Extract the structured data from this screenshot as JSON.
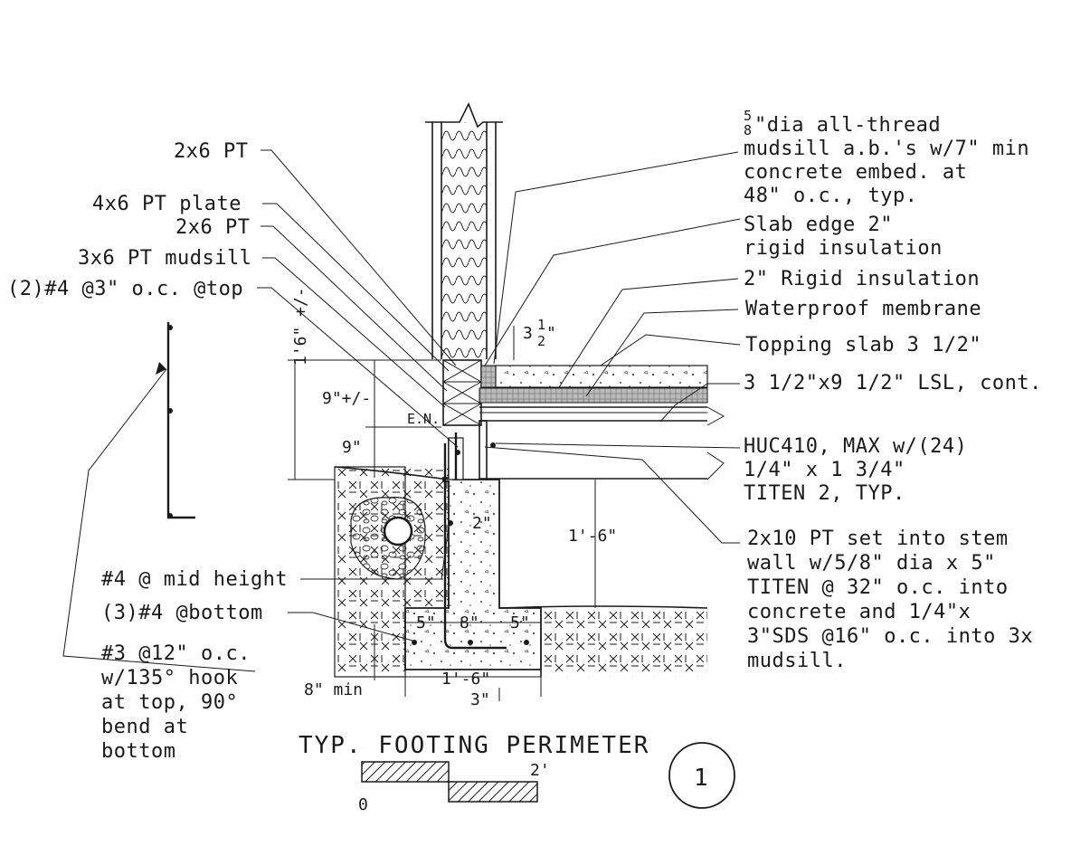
{
  "title": "TYP. FOOTING PERIMETER",
  "detail_number": "1",
  "scale_bar": {
    "start": "0",
    "end": "2'"
  },
  "left_labels": {
    "l1": "2x6 PT",
    "l2": "4x6 PT plate",
    "l3": "2x6 PT",
    "l4": "3x6 PT mudsill",
    "l5": "(2)#4 @3\" o.c. @top",
    "l6": "#4 @ mid height",
    "l7": "(3)#4 @bottom",
    "l8_1": "#3 @12\" o.c.",
    "l8_2": "w/135° hook",
    "l8_3": "at top, 90°",
    "l8_4": "bend at",
    "l8_5": "bottom"
  },
  "right_labels": {
    "r1_1": "\"dia all-thread",
    "r1_frac_top": "5",
    "r1_frac_bot": "8",
    "r1_2": "mudsill a.b.'s w/7\" min",
    "r1_3": "concrete embed. at",
    "r1_4": "48\" o.c., typ.",
    "r2_1": "Slab edge 2\"",
    "r2_2": "rigid insulation",
    "r3": "2\" Rigid insulation",
    "r4": "Waterproof membrane",
    "r5": "Topping slab 3 1/2\"",
    "r6": "3 1/2\"x9 1/2\" LSL, cont.",
    "r7_1": "HUC410, MAX w/(24)",
    "r7_2": "1/4\" x 1 3/4\"",
    "r7_3": "TITEN 2, TYP.",
    "r8_1": "2x10 PT set into stem",
    "r8_2": "wall w/5/8\" dia x 5\"",
    "r8_3": "TITEN @ 32\" o.c. into",
    "r8_4": "concrete and 1/4\"x",
    "r8_5": "3\"SDS @16\" o.c. into 3x",
    "r8_6": "mudsill."
  },
  "dimensions": {
    "d_3half_a": "3",
    "d_3half_top": "1",
    "d_3half_bot": "2",
    "d_3half_q": "\"",
    "d_16": "1'6\" +/-",
    "d_9a": "9\"+/-",
    "d_en": "E.N.",
    "d_9b": "9\"",
    "d_2": "2\"",
    "d_1_6_right": "1'-6\"",
    "d_5a": "5\"",
    "d_8": "8\"",
    "d_5b": "5\"",
    "d_1_6_bottom": "1'-6\"",
    "d_3": "3\"",
    "d_8min": "8\" min"
  }
}
